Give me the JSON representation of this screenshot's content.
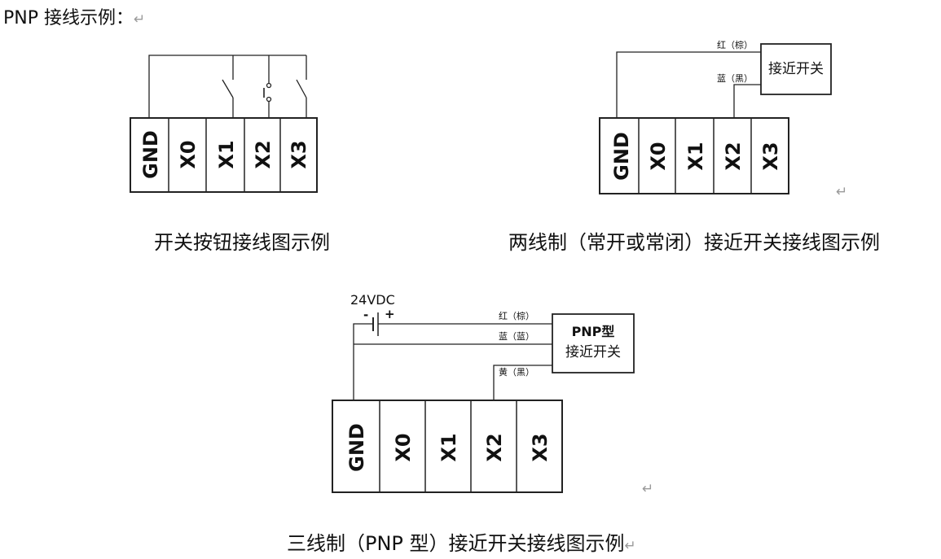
{
  "heading": {
    "text": "PNP 接线示例：",
    "return_mark": "↵"
  },
  "terminals": [
    "GND",
    "X0",
    "X1",
    "X2",
    "X3"
  ],
  "diagram1": {
    "caption": "开关按钮接线图示例"
  },
  "diagram2": {
    "caption": "两线制（常开或常闭）接近开关接线图示例",
    "sensor_label": "接近开关",
    "wire_red": "红（棕）",
    "wire_blue": "蓝（黑）",
    "return_mark": "↵"
  },
  "diagram3": {
    "caption": "三线制（PNP 型）接近开关接线图示例",
    "caption_return_mark": "↵",
    "return_mark": "↵",
    "supply_label": "24VDC",
    "minus": "-",
    "plus": "+",
    "sensor_label_1": "PNP型",
    "sensor_label_2": "接近开关",
    "wire_red": "红（棕）",
    "wire_blue": "蓝（蓝）",
    "wire_yellow": "黄（黑）"
  }
}
